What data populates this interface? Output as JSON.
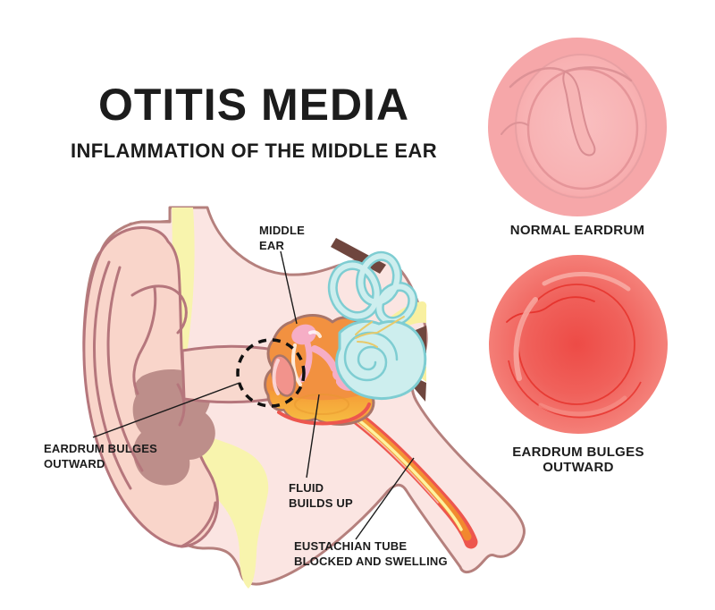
{
  "title": {
    "text": "OTITIS MEDIA",
    "subtitle": "INFLAMMATION OF THE MIDDLE EAR"
  },
  "anatomy_labels": [
    {
      "id": "middle-ear",
      "text": "MIDDLE\nEAR"
    },
    {
      "id": "eardrum-bulges",
      "text": "EARDRUM BULGES\nOUTWARD"
    },
    {
      "id": "fluid-builds-up",
      "text": "FLUID\nBUILDS UP"
    },
    {
      "id": "eustachian-tube",
      "text": "EUSTACHIAN TUBE\nBLOCKED AND SWELLING"
    }
  ],
  "panels": [
    {
      "id": "normal",
      "caption": "NORMAL EARDRUM"
    },
    {
      "id": "bulging",
      "caption": "EARDRUM BULGES OUTWARD"
    }
  ],
  "colors": {
    "background": "#ffffff",
    "text": "#1c1c1c",
    "skin": "#fbe5e2",
    "skin_outline": "#b5807d",
    "outer_ear": "#f9d5ca",
    "ear_shadow": "#bd8e8a",
    "hair": "#2a2a2a",
    "bone": "#f8f4ad",
    "middle_ear": "#f29140",
    "fluid": "#f3ab3c",
    "inflamed_red": "#ed564e",
    "ossicles": "#f6aec6",
    "inner_ear": "#cdeeee",
    "inner_ear_outline": "#7ecdd2",
    "nerve": "#f8f0a0",
    "normal_eardrum": "#f6a7a9",
    "bulging_eardrum": "#f0625c"
  }
}
